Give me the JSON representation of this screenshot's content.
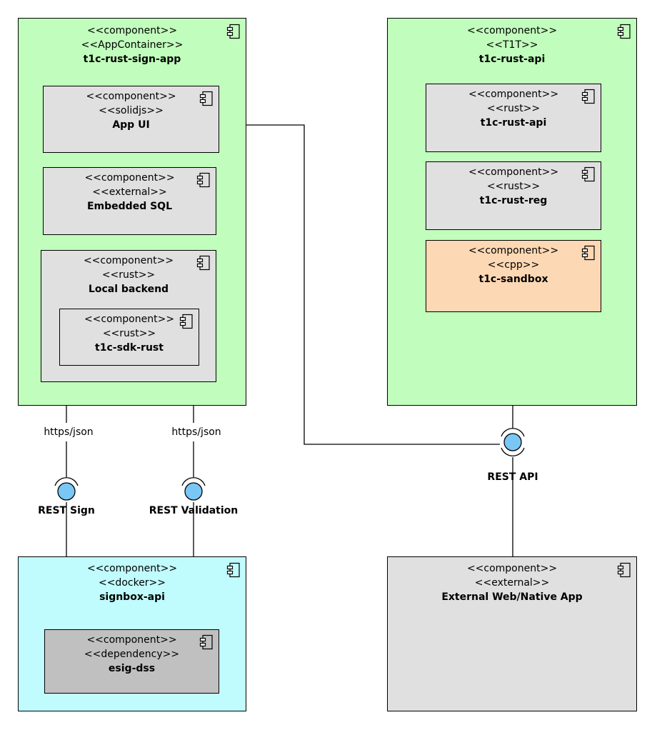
{
  "colors": {
    "container_green": "#c1fdbc",
    "container_cyan": "#c0fbfd",
    "component_grey": "#e0e0e0",
    "component_darkgrey": "#c0c0c0",
    "component_peach": "#fdd8b4",
    "interface_blue": "#79c7f5"
  },
  "sign_app": {
    "stereotypes": [
      "<<component>>",
      "<<AppContainer>>"
    ],
    "name": "t1c-rust-sign-app",
    "app_ui": {
      "stereotypes": [
        "<<component>>",
        "<<solidjs>>"
      ],
      "name": "App UI"
    },
    "embedded_sql": {
      "stereotypes": [
        "<<component>>",
        "<<external>>"
      ],
      "name": "Embedded SQL"
    },
    "local_backend": {
      "stereotypes": [
        "<<component>>",
        "<<rust>>"
      ],
      "name": "Local backend",
      "sdk": {
        "stereotypes": [
          "<<component>>",
          "<<rust>>"
        ],
        "name": "t1c-sdk-rust"
      }
    }
  },
  "rust_api": {
    "stereotypes": [
      "<<component>>",
      "<<T1T>>"
    ],
    "name": "t1c-rust-api",
    "api": {
      "stereotypes": [
        "<<component>>",
        "<<rust>>"
      ],
      "name": "t1c-rust-api"
    },
    "reg": {
      "stereotypes": [
        "<<component>>",
        "<<rust>>"
      ],
      "name": "t1c-rust-reg"
    },
    "sandbox": {
      "stereotypes": [
        "<<component>>",
        "<<cpp>>"
      ],
      "name": "t1c-sandbox"
    }
  },
  "signbox": {
    "stereotypes": [
      "<<component>>",
      "<<docker>>"
    ],
    "name": "signbox-api",
    "dss": {
      "stereotypes": [
        "<<component>>",
        "<<dependency>>"
      ],
      "name": "esig-dss"
    }
  },
  "external_app": {
    "stereotypes": [
      "<<component>>",
      "<<external>>"
    ],
    "name": "External Web/Native App"
  },
  "interfaces": {
    "rest_sign": {
      "name": "REST Sign",
      "protocol": "https/json"
    },
    "rest_validation": {
      "name": "REST Validation",
      "protocol": "https/json"
    },
    "rest_api": {
      "name": "REST API"
    }
  },
  "icons": {
    "component": "uml-component-icon"
  }
}
